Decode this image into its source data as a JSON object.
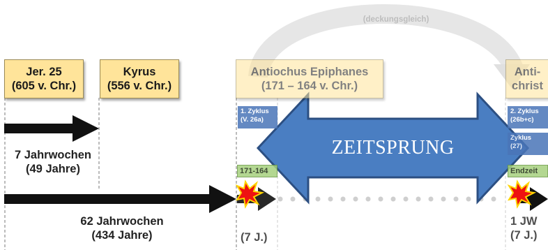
{
  "labels": {
    "jer": {
      "line1": "Jer. 25",
      "line2": "(605 v. Chr.)"
    },
    "kyrus": {
      "line1": "Kyrus",
      "line2": "(556 v. Chr.)"
    },
    "antiochus": {
      "line1": "Antiochus Epiphanes",
      "line2": "(171 – 164 v. Chr.)"
    },
    "antichrist": {
      "line1": "Anti-",
      "line2": "christ"
    }
  },
  "arc_label": "(deckungsgleich)",
  "periods": {
    "seven": {
      "line1": "7 Jahrwochen",
      "line2": "(49 Jahre)"
    },
    "sixtytwo": {
      "line1": "62 Jahrwochen",
      "line2": "(434 Jahre)"
    }
  },
  "cycles": {
    "first": {
      "line1": "1. Zyklus",
      "line2": "(V. 26a)"
    },
    "second": {
      "line1": "2. Zyklus",
      "line2": "(26b+c)"
    },
    "third": {
      "line1": "Zyklus",
      "line2": "(27)"
    }
  },
  "tags": {
    "left": "171-164",
    "right": "Endzeit"
  },
  "bottom": {
    "left": "(7 J.)",
    "right_line1": "1 JW",
    "right_line2": "(7 J.)"
  },
  "big_arrow_label": "ZEITSPRUNG",
  "colors": {
    "label_fill": "#ffe49a",
    "arrow_fill": "#4a7ec2",
    "cycle_fill": "#4a75b8",
    "tag_fill": "#a6d17e"
  }
}
